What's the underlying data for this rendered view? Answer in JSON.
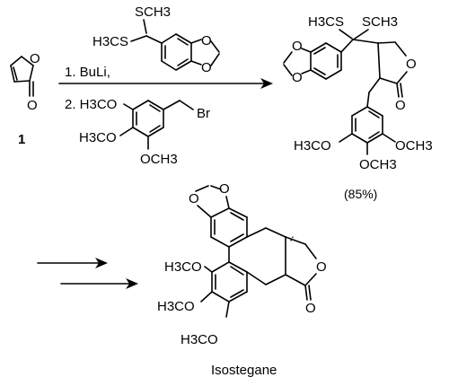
{
  "compound_1_label": "1",
  "reagent_dithiane": {
    "top_label": "SCH3",
    "left_label": "H3CS"
  },
  "reagent_step1": "1. BuLi,",
  "reagent_step2": "2. H3CO",
  "reagent_bromide": {
    "br_label": "Br",
    "ome_mid": "H3CO",
    "ome_bottom": "OCH3"
  },
  "product": {
    "left_s": "H3CS",
    "right_s": "SCH3",
    "ome_left": "H3CO",
    "ome_right": "OCH3",
    "ome_bottom": "OCH3",
    "yield": "(85%)"
  },
  "isostegane": {
    "ome_top": "H3CO",
    "ome_mid": "H3CO",
    "ome_bottom": "H3CO",
    "name": "Isostegane"
  },
  "atoms": {
    "O": "O"
  }
}
